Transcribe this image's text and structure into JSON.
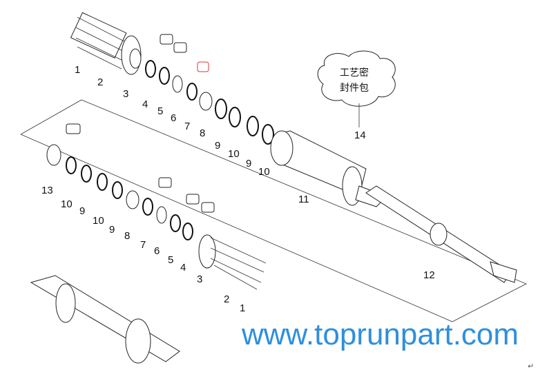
{
  "diagram": {
    "title": "Hydraulic cylinder exploded parts view",
    "seal_kit_label_line1": "工艺密",
    "seal_kit_label_line2": "封件包",
    "watermark": "www.toprunpart.com",
    "return_mark": "↵",
    "top_callouts": [
      "1",
      "2",
      "3",
      "4",
      "5",
      "6",
      "7",
      "8",
      "9",
      "10",
      "9",
      "10",
      "11",
      "14",
      "12"
    ],
    "lower_callouts": [
      "13",
      "10",
      "9",
      "10",
      "9",
      "8",
      "7",
      "6",
      "5",
      "4",
      "3",
      "2",
      "1"
    ]
  }
}
